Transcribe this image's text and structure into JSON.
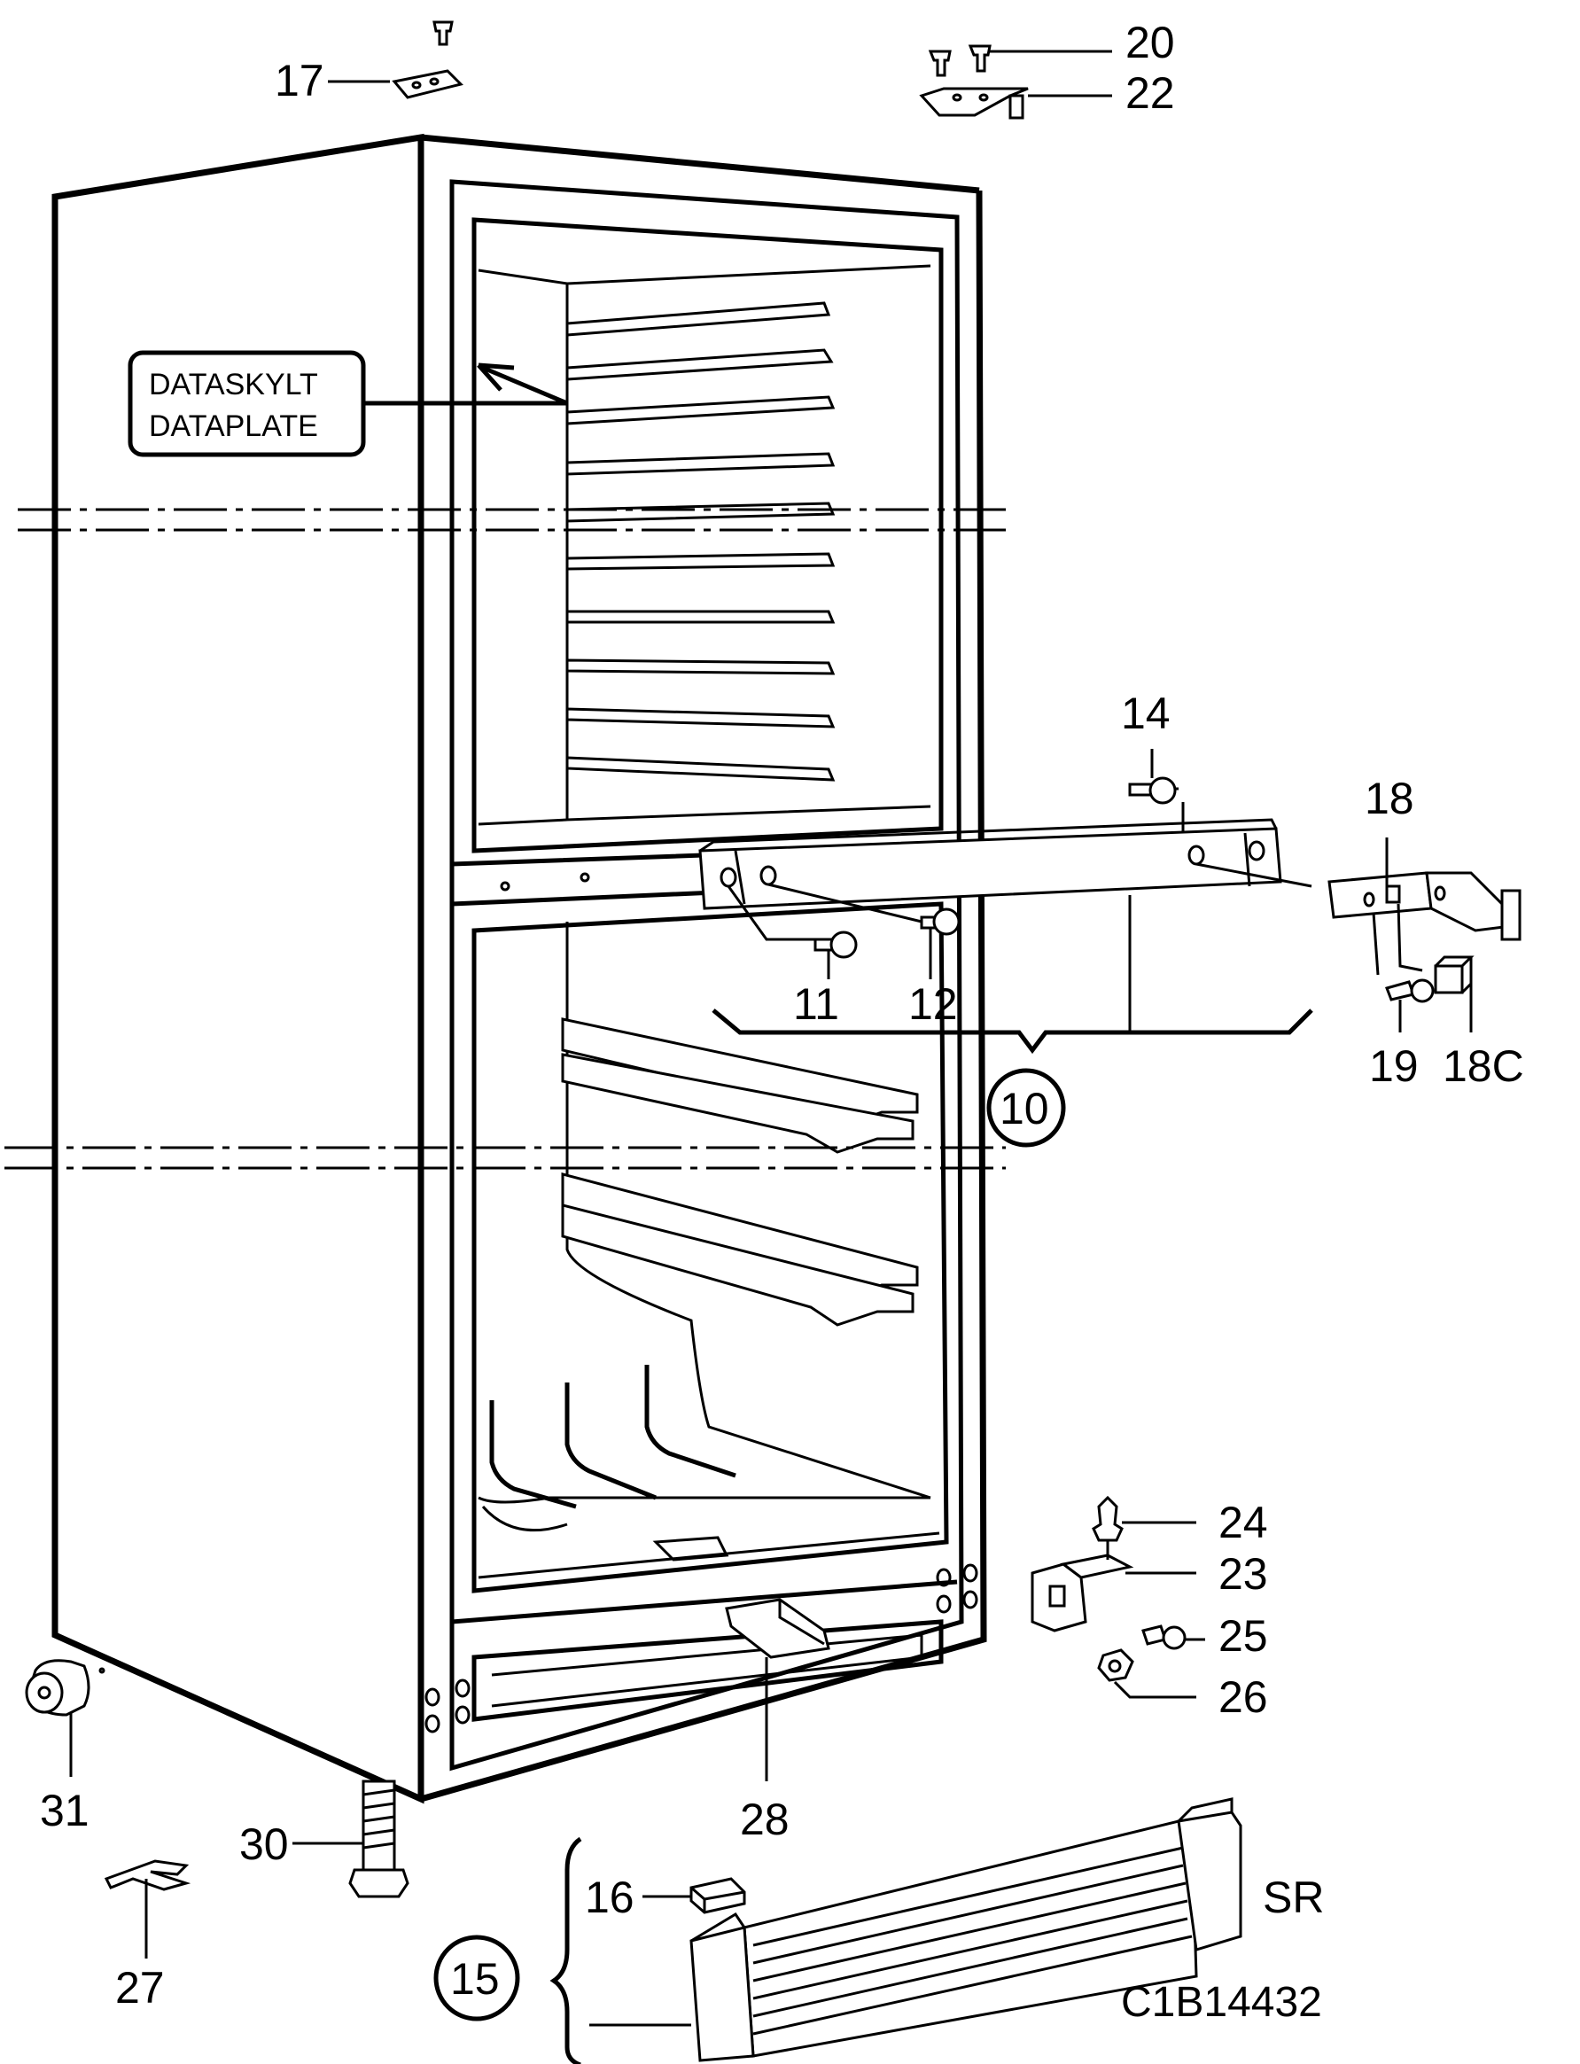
{
  "drawing_code": "C1B14432",
  "variant_label": "SR",
  "data_plate": {
    "line1": "DATASKYLT",
    "line2": "DATAPLATE"
  },
  "callouts": {
    "c10": "10",
    "c11": "11",
    "c12": "12",
    "c14": "14",
    "c15": "15",
    "c16": "16",
    "c17": "17",
    "c18": "18",
    "c18c": "18C",
    "c19": "19",
    "c20": "20",
    "c22": "22",
    "c23": "23",
    "c24": "24",
    "c25": "25",
    "c26": "26",
    "c27": "27",
    "c28": "28",
    "c30": "30",
    "c31": "31"
  }
}
